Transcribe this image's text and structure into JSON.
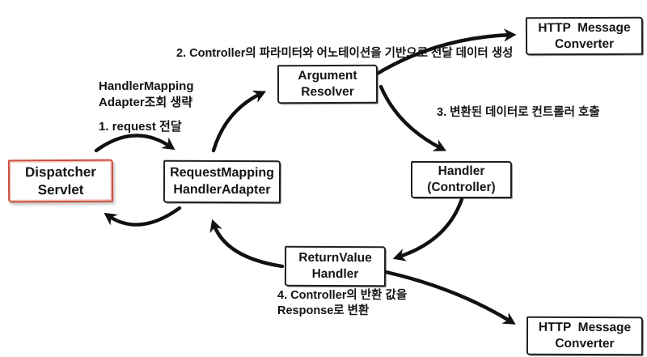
{
  "diagram": {
    "title_implicit": "Spring MVC RequestMappingHandlerAdapter flow",
    "boxes": [
      {
        "id": "dispatcher-servlet",
        "line1": "Dispatcher",
        "line2": "Servlet"
      },
      {
        "id": "requestmapping-handleradapter",
        "line1": "RequestMapping",
        "line2": "HandlerAdapter"
      },
      {
        "id": "argument-resolver",
        "line1": "Argument",
        "line2": "Resolver"
      },
      {
        "id": "handler-controller",
        "line1": "Handler",
        "line2": "(Controller)"
      },
      {
        "id": "returnvalue-handler",
        "line1": "ReturnValue",
        "line2": "Handler"
      },
      {
        "id": "http-message-converter-top",
        "line1": "HTTP  Message",
        "line2": "Converter"
      },
      {
        "id": "http-message-converter-bottom",
        "line1": "HTTP  Message",
        "line2": "Converter"
      }
    ],
    "labels": {
      "skip_note_line1": "HandlerMapping",
      "skip_note_line2": "Adapter조회 생략",
      "step1": "1. request 전달",
      "step2": "2. Controller의 파라미터와 어노테이션을 기반으로 전달 데이터 생성",
      "step3": "3. 변환된 데이터로 컨트롤러 호출",
      "step4_line1": "4. Controller의 반환 값을",
      "step4_line2": "Response로 변환"
    },
    "colors": {
      "highlight_box_border": "#c94f3d",
      "box_border": "#1f1f1f",
      "arrow": "#111111",
      "background": "#ffffff"
    }
  }
}
